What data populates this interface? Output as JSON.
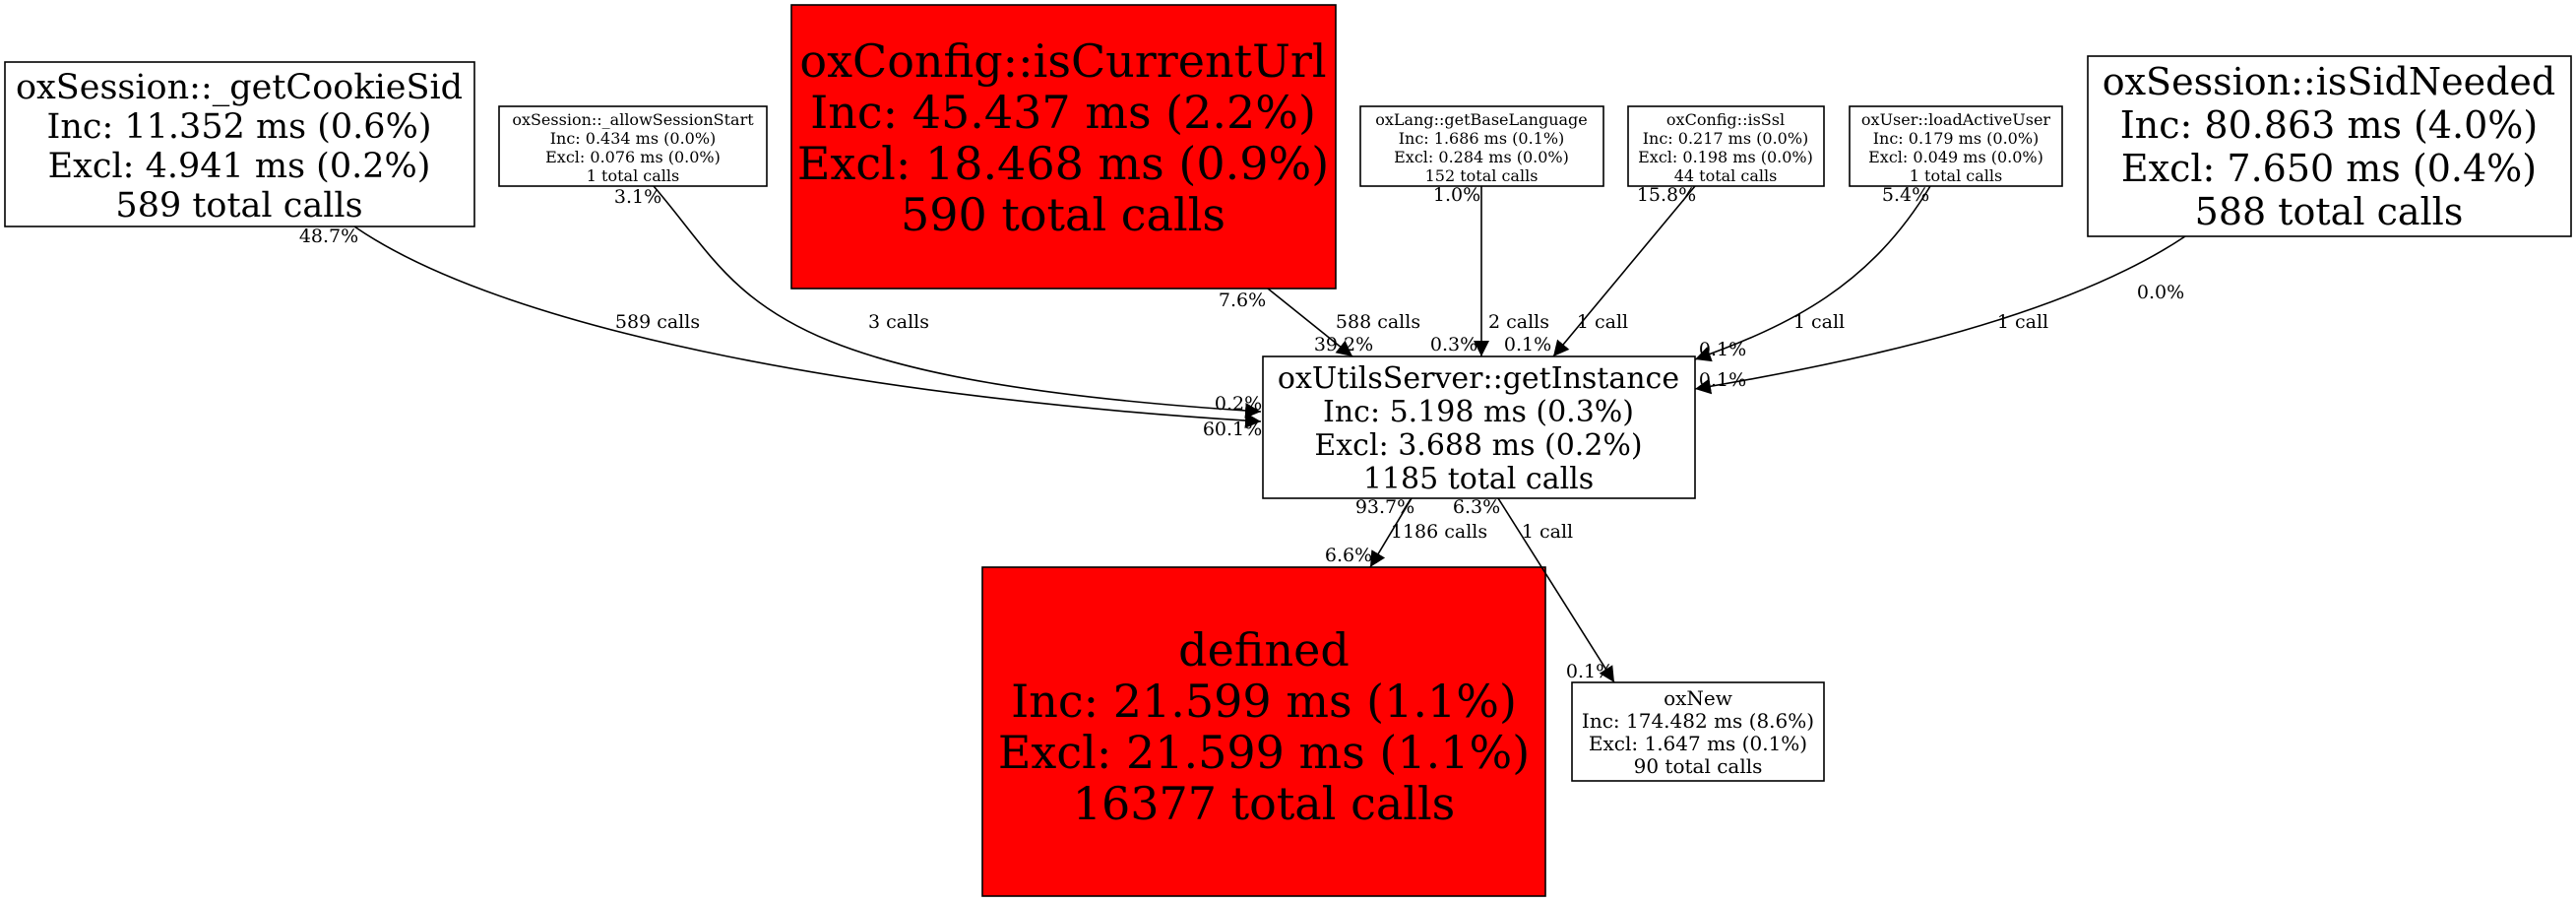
{
  "colors": {
    "hot": "#ff0000",
    "normal": "#ffffff",
    "stroke": "#000000"
  },
  "nodes": {
    "getCookieSid": {
      "lines": [
        "oxSession::_getCookieSid",
        "Inc: 11.352 ms (0.6%)",
        "Excl: 4.941 ms (0.2%)",
        "589 total calls"
      ]
    },
    "allowSessionStart": {
      "lines": [
        "oxSession::_allowSessionStart",
        "Inc: 0.434 ms (0.0%)",
        "Excl: 0.076 ms (0.0%)",
        "1 total calls"
      ]
    },
    "isCurrentUrl": {
      "lines": [
        "oxConfig::isCurrentUrl",
        "Inc: 45.437 ms (2.2%)",
        "Excl: 18.468 ms (0.9%)",
        "590 total calls"
      ]
    },
    "getBaseLanguage": {
      "lines": [
        "oxLang::getBaseLanguage",
        "Inc: 1.686 ms (0.1%)",
        "Excl: 0.284 ms (0.0%)",
        "152 total calls"
      ]
    },
    "isSsl": {
      "lines": [
        "oxConfig::isSsl",
        "Inc: 0.217 ms (0.0%)",
        "Excl: 0.198 ms (0.0%)",
        "44 total calls"
      ]
    },
    "loadActiveUser": {
      "lines": [
        "oxUser::loadActiveUser",
        "Inc: 0.179 ms (0.0%)",
        "Excl: 0.049 ms (0.0%)",
        "1 total calls"
      ]
    },
    "isSidNeeded": {
      "lines": [
        "oxSession::isSidNeeded",
        "Inc: 80.863 ms (4.0%)",
        "Excl: 7.650 ms (0.4%)",
        "588 total calls"
      ]
    },
    "getInstance": {
      "lines": [
        "oxUtilsServer::getInstance",
        "Inc: 5.198 ms (0.3%)",
        "Excl: 3.688 ms (0.2%)",
        "1185 total calls"
      ]
    },
    "defined": {
      "lines": [
        "defined",
        "Inc: 21.599 ms (1.1%)",
        "Excl: 21.599 ms (1.1%)",
        "16377 total calls"
      ]
    },
    "oxNew": {
      "lines": [
        "oxNew",
        "Inc: 174.482 ms (8.6%)",
        "Excl: 1.647 ms (0.1%)",
        "90 total calls"
      ]
    }
  },
  "edges": {
    "cookieSid": {
      "tail": "48.7%",
      "calls": "589 calls",
      "head": "60.1%"
    },
    "allowSession": {
      "tail": "3.1%",
      "calls": "3 calls",
      "head": "0.2%"
    },
    "currentUrl": {
      "tail": "7.6%",
      "calls": "588 calls",
      "head": "39.2%"
    },
    "baseLanguage": {
      "tail": "1.0%",
      "calls": "2 calls",
      "head": "0.3%"
    },
    "isSsl": {
      "tail": "15.8%",
      "calls": "1 call",
      "head": "0.1%"
    },
    "activeUser": {
      "tail": "5.4%",
      "calls": "1 call",
      "head": "0.1%"
    },
    "sidNeeded": {
      "tail": "0.0%",
      "calls": "1 call",
      "head": "0.1%"
    },
    "toDefined": {
      "tail": "93.7%",
      "calls": "1186 calls",
      "head": "6.6%"
    },
    "toOxNew": {
      "tail": "6.3%",
      "calls": "1 call",
      "head": "0.1%"
    }
  }
}
